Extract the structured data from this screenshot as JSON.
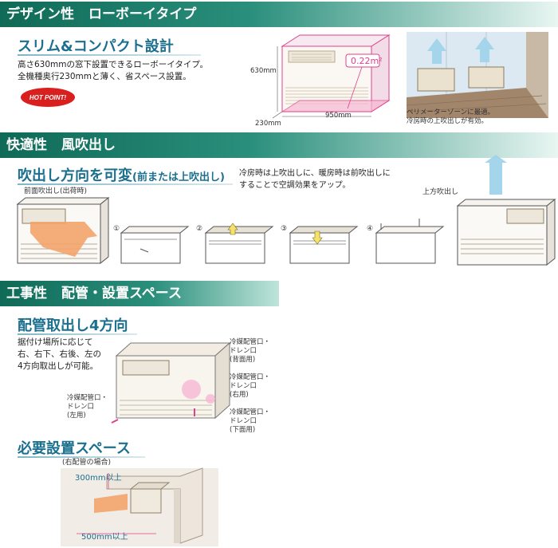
{
  "design": {
    "band_title": "デザイン性",
    "band_sub": "ローボーイタイプ",
    "heading": "スリム&コンパクト設計",
    "body": "高さ630mmの窓下設置できるローボーイタイプ。\n全機種奥行230mmと薄く、省スペース設置。",
    "hot_point": "HOT POINT!",
    "dim_height": "630mm",
    "dim_depth": "230mm",
    "dim_width": "950mm",
    "area": "0.22m²",
    "photo_caption": "ペリメーターゾーンに最適。\n冷房時の上吹出しが有効。"
  },
  "comfort": {
    "band_title": "快適性",
    "band_sub": "風吹出し",
    "heading_main": "吹出し方向を可変",
    "heading_note": "(前または上吹出し)",
    "body": "冷房時は上吹出しに、暖房時は前吹出しに\nすることで空調効果をアップ。",
    "front_label": "前面吹出し(出荷時)",
    "top_label": "上方吹出し",
    "steps": [
      "①",
      "②",
      "③",
      "④"
    ]
  },
  "construction": {
    "band_title": "工事性",
    "band_sub": "配管・設置スペース",
    "heading_pipe": "配管取出し4方向",
    "pipe_body": "据付け場所に応じて\n右、右下、右後、左の\n4方向取出しが可能。",
    "pipe_back": "冷媒配管口・\nドレン口\n(背面用)",
    "pipe_right": "冷媒配管口・\nドレン口\n(右用)",
    "pipe_left": "冷媒配管口・\nドレン口\n(左用)",
    "pipe_bottom": "冷媒配管口・\nドレン口\n(下面用)",
    "heading_space": "必要設置スペース",
    "space_note": "(右配管の場合)",
    "space_top": "300mm以上",
    "space_side": "500mm以上"
  },
  "colors": {
    "band": "#1f7f6c",
    "heading": "#1b6f8f",
    "dim_pink": "#e0408a",
    "arrow_blue": "#9fd3ea",
    "arrow_orange": "#f3a46a"
  }
}
